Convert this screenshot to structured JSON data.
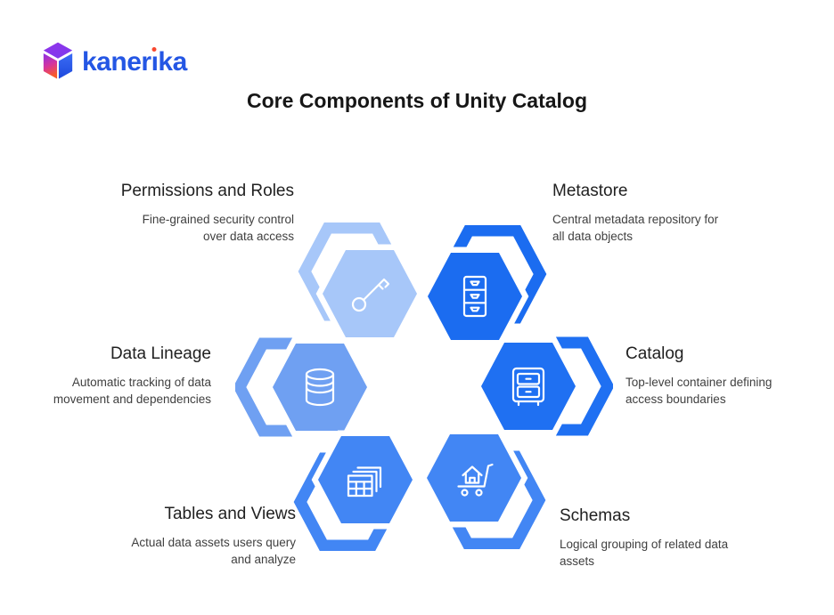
{
  "brand": {
    "name": "kanerika",
    "name_pre": "kaner",
    "name_i": "ı",
    "name_post": "ka",
    "logo_icon": "kanerika-cube-logo"
  },
  "title": "Core Components of Unity Catalog",
  "colors": {
    "brand_blue": "#2456e4",
    "brand_dot_orange": "#f8472e",
    "title_text": "#161616",
    "heading_text": "#212121",
    "description_text": "#3f3f3f",
    "hex_light_blue": "#a7c7f9",
    "hex_medium_blue": "#6fa0f2",
    "hex_bright_blue": "#1b6cf0",
    "hex_primary_blue": "#4286f4",
    "icon_stroke": "#ffffff",
    "background": "#ffffff"
  },
  "components": [
    {
      "id": "permissions-and-roles",
      "label": "Permissions and Roles",
      "description": "Fine-grained security control over data access",
      "line1": "Fine-grained security control",
      "line2": "over data access",
      "icon": "key-icon",
      "hex_color": "#a7c7f9"
    },
    {
      "id": "metastore",
      "label": "Metastore",
      "description": "Central metadata repository for all data objects",
      "line1": "Central metadata repository for",
      "line2": "all data objects",
      "icon": "file-cabinet-icon",
      "hex_color": "#1b6cf0"
    },
    {
      "id": "data-lineage",
      "label": "Data Lineage",
      "description": "Automatic tracking of data movement and dependencies",
      "line1": "Automatic tracking of data",
      "line2": "movement and dependencies",
      "icon": "database-icon",
      "hex_color": "#6fa0f2"
    },
    {
      "id": "catalog",
      "label": "Catalog",
      "description": "Top-level container defining access boundaries",
      "line1": "Top-level container defining",
      "line2": "access boundaries",
      "icon": "drawer-cabinet-icon",
      "hex_color": "#1f70f2"
    },
    {
      "id": "tables-and-views",
      "label": "Tables and Views",
      "description": "Actual data assets users query and analyze",
      "line1": "Actual data assets users query",
      "line2": "and analyze",
      "icon": "stacked-tables-icon",
      "hex_color": "#4286f4"
    },
    {
      "id": "schemas",
      "label": "Schemas",
      "description": "Logical grouping of related data assets",
      "line1": "Logical grouping of related data",
      "line2": "assets",
      "icon": "house-cart-icon",
      "hex_color": "#4286f4"
    }
  ]
}
